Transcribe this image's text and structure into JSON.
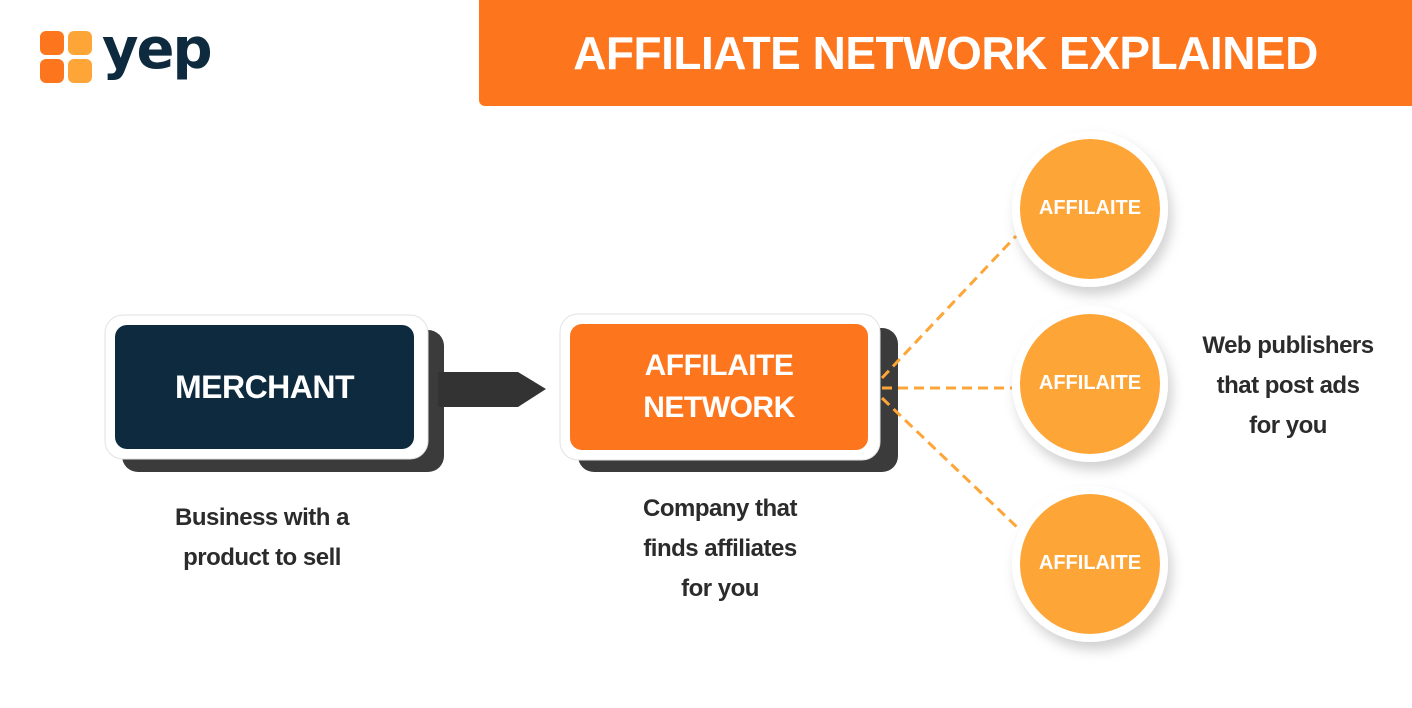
{
  "brand": {
    "logo_text": "yep",
    "logo_colors": [
      "#fd761e",
      "#fea537",
      "#fd761e",
      "#fea537"
    ]
  },
  "header": {
    "title": "AFFILIATE NETWORK EXPLAINED",
    "accent": "#fd761e"
  },
  "nodes": {
    "merchant": {
      "label": "MERCHANT",
      "color": "#0d2a3e",
      "caption": [
        "Business with a",
        "product to sell"
      ]
    },
    "network": {
      "label_lines": [
        "AFFILAITE",
        "NETWORK"
      ],
      "color": "#fd761e",
      "caption": [
        "Company that",
        "finds affiliates",
        "for you"
      ]
    },
    "affiliates": [
      {
        "label": "AFFILAITE"
      },
      {
        "label": "AFFILAITE"
      },
      {
        "label": "AFFILAITE"
      }
    ],
    "affiliate_color": "#fea537",
    "affiliates_caption": [
      "Web publishers",
      "that post ads",
      "for you"
    ]
  }
}
